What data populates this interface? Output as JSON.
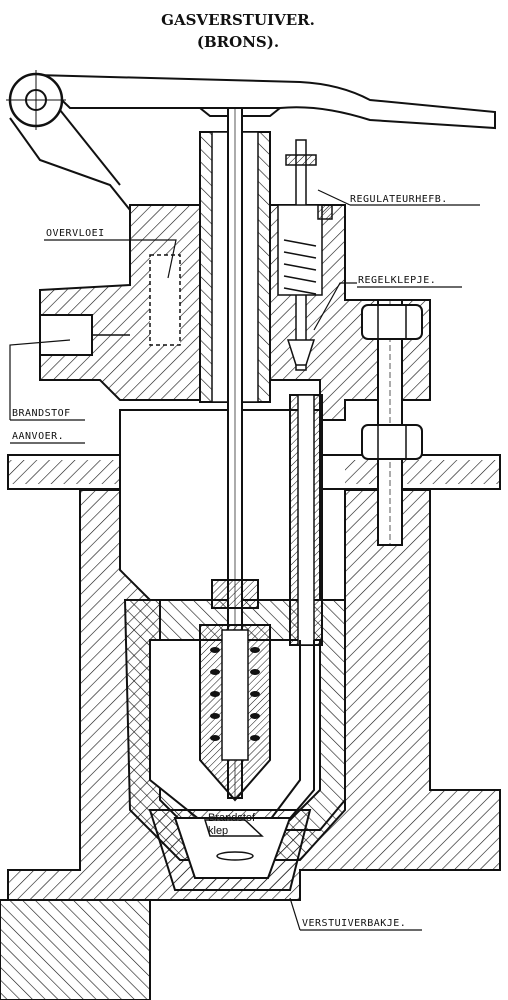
{
  "title": {
    "line1": "GASVERSTUIVER.",
    "line2": "(BRONS)."
  },
  "labels": {
    "overvloei": "OVERVLOEI",
    "regulateurhefb": "REGULATEURHEFB.",
    "regelklepje": "REGELKLEPJE.",
    "brandstof_aanvoer_1": "BRANDSTOF",
    "brandstof_aanvoer_2": "AANVOER.",
    "brandstofklep_1": "Brandstof",
    "brandstofklep_2": "klep",
    "verstuiverbakje": "VERSTUIVERBAKJE."
  },
  "colors": {
    "ink": "#111111",
    "paper": "#ffffff"
  }
}
